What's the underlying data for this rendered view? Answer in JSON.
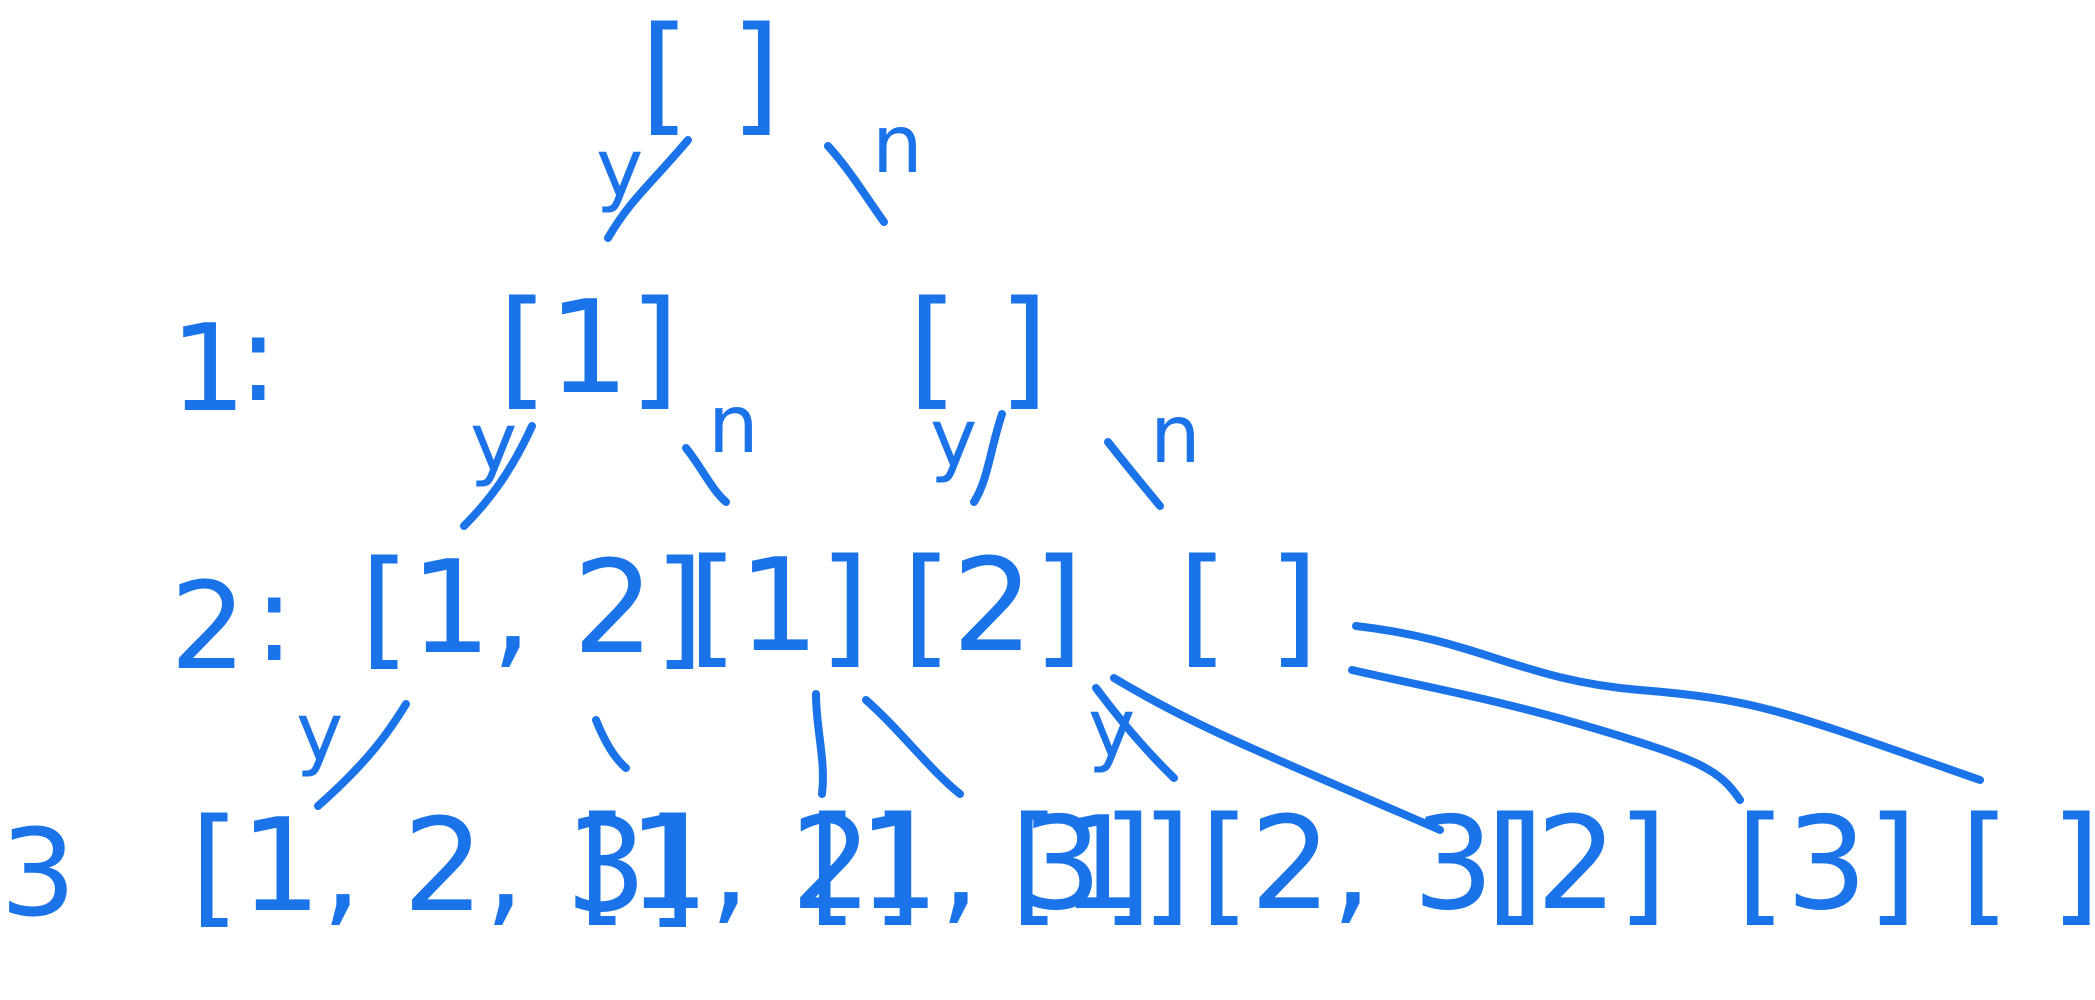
{
  "colors": {
    "ink": "#1a73e8",
    "background": "#ffffff"
  },
  "levels": [
    {
      "label": "1",
      "sep": ":"
    },
    {
      "label": "2",
      "sep": ":"
    },
    {
      "label": "3",
      "sep": ""
    }
  ],
  "root": {
    "label": "[ ]"
  },
  "edge_labels": {
    "root_yes": "y",
    "root_no": "n",
    "l1_left_yes": "y",
    "l1_left_no": "n",
    "l1_right_yes": "y",
    "l1_right_no": "n",
    "l2_a_yes": "y",
    "l2_c_yes": "y"
  },
  "level1": [
    {
      "label": "[1]"
    },
    {
      "label": "[ ]"
    }
  ],
  "level2": [
    {
      "label": "[1, 2]"
    },
    {
      "label": "[1]"
    },
    {
      "label": "[2]"
    },
    {
      "label": "[ ]"
    }
  ],
  "level3": [
    {
      "label": "[1, 2, 3]"
    },
    {
      "label": "[1, 2]"
    },
    {
      "label": "[1, 3]"
    },
    {
      "label": "[1]"
    },
    {
      "label": "[2, 3]"
    },
    {
      "label": "[2]"
    },
    {
      "label": "[3]"
    },
    {
      "label": "[ ]"
    }
  ]
}
